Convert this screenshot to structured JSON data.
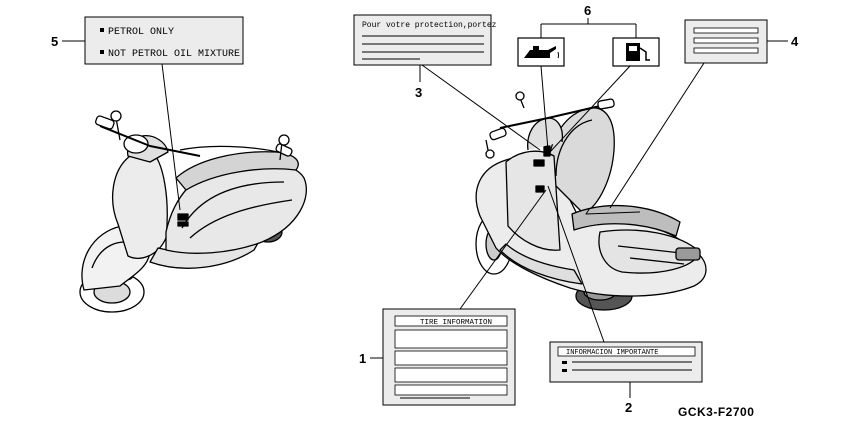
{
  "callouts": {
    "c1": "1",
    "c2": "2",
    "c3": "3",
    "c4": "4",
    "c5": "5",
    "c6": "6"
  },
  "labels": {
    "petrol_only": "PETROL ONLY",
    "not_petrol": "NOT PETROL  OIL MIXTURE",
    "protection": "Pour votre protection,portez",
    "tire_information": "TIRE INFORMATION",
    "informacion_importante": "INFORMACION IMPORTANTE"
  },
  "icons": {
    "oil_can": "oil-can-icon",
    "fuel_pump": "fuel-pump-icon"
  },
  "diagram_code": "GCK3-F2700"
}
